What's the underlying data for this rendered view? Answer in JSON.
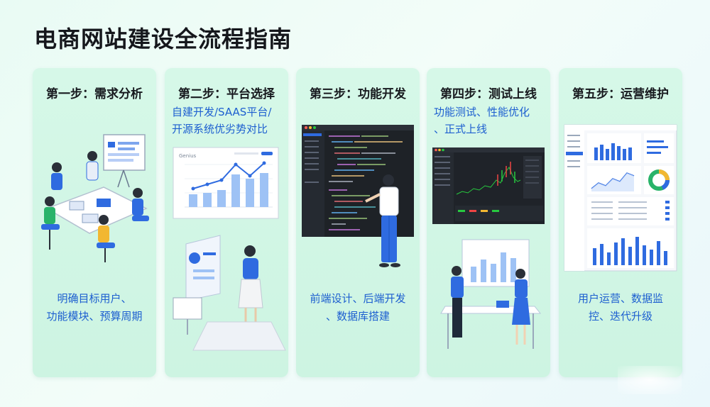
{
  "page": {
    "title": "电商网站建设全流程指南"
  },
  "steps": [
    {
      "title": "第一步：需求分析",
      "subtitle": "",
      "footer": [
        "明确目标用户、",
        "功能模块、预算周期"
      ]
    },
    {
      "title": "第二步：平台选择",
      "subtitle": [
        "自建开发/SAAS平台/",
        "开源系统优劣势对比"
      ],
      "footer": []
    },
    {
      "title": "第三步：功能开发",
      "subtitle": "",
      "footer": [
        "前端设计、后端开发",
        "、数据库搭建"
      ]
    },
    {
      "title": "第四步：测试上线",
      "subtitle": [
        "功能测试、性能优化",
        "、正式上线"
      ],
      "footer": []
    },
    {
      "title": "第五步：运营维护",
      "subtitle": "",
      "footer": [
        "用户运营、数据监",
        "控、迭代升级"
      ]
    }
  ],
  "illustration_labels": {
    "chart_panel_label": "Genius"
  },
  "colors": {
    "accent_blue": "#1d5fd0",
    "card_bg": "#d3f7e6",
    "dark_screen": "#1e2227"
  },
  "icons": [
    "meeting-team-illustration",
    "platform-chart-illustration",
    "code-screen-illustration",
    "trading-chart-illustration",
    "dashboard-illustration"
  ]
}
